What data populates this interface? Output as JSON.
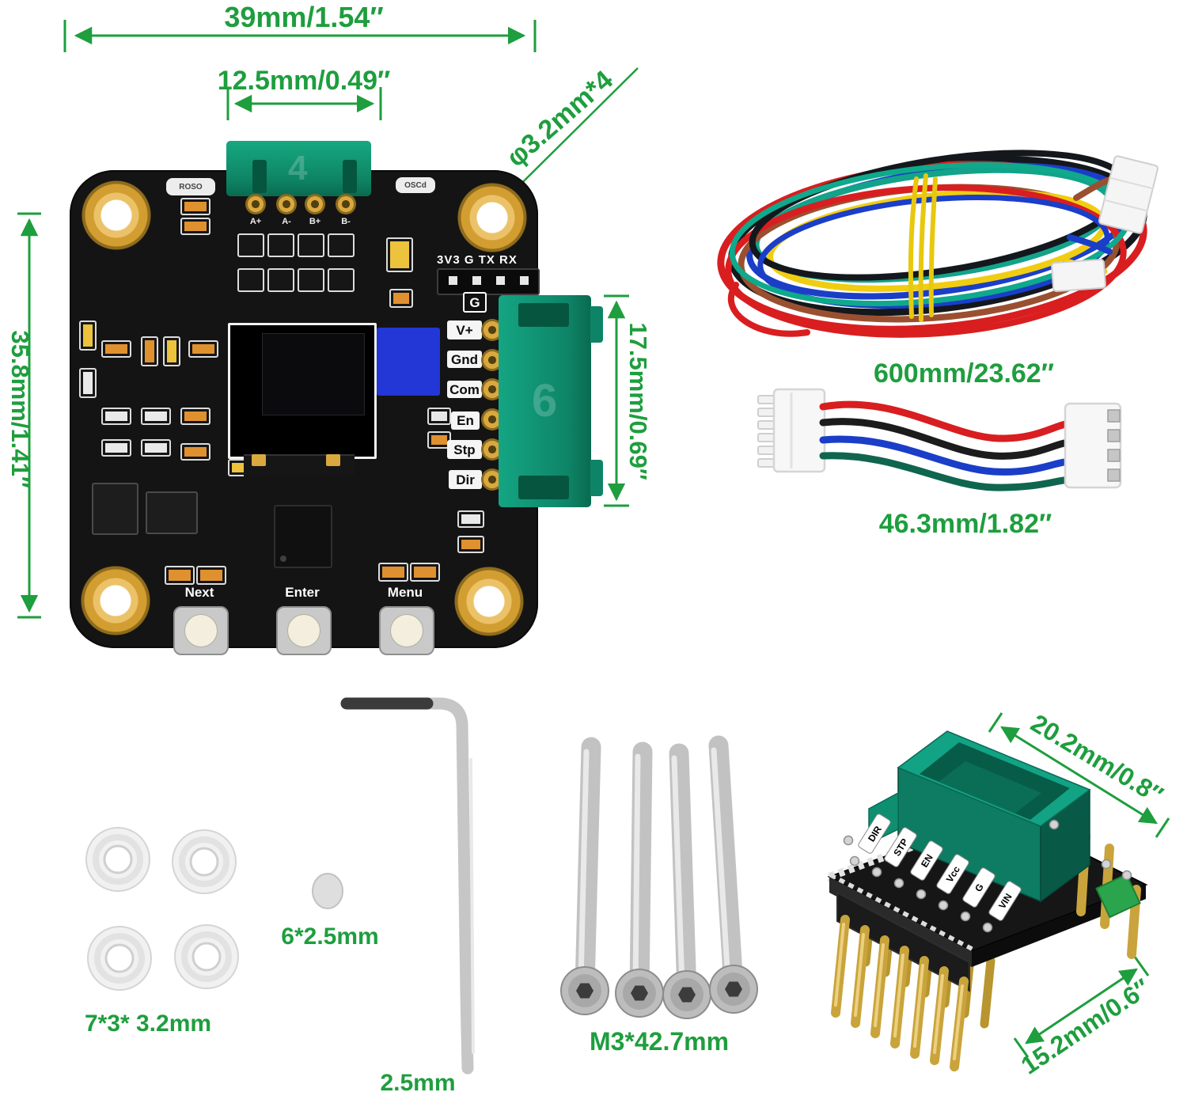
{
  "colors": {
    "annotation_green": "#1e9e3e",
    "pcb_black": "#141414",
    "connector_green": "#12a385",
    "gold": "#d9a83f",
    "trimmer_blue": "#2336d6",
    "wire_colors": [
      "#d91e20",
      "#14171c",
      "#1b3ec8",
      "#0fa98c",
      "#f0cd12",
      "#9a5030"
    ]
  },
  "annotations": {
    "board_width": "39mm/1.54″",
    "top_connector_width": "12.5mm/0.49″",
    "hole_diameter": "φ3.2mm*4",
    "board_height": "35.8mm/1.41″",
    "side_connector_height": "17.5mm/0.69″",
    "long_cable_length": "600mm/23.62″",
    "short_cable_length": "46.3mm/1.82″",
    "washers_size": "7*3* 3.2mm",
    "disc_size": "6*2.5mm",
    "hex_key_size": "2.5mm",
    "screws_size": "M3*42.7mm",
    "module_width": "20.2mm/0.8″",
    "module_depth": "15.2mm/0.6″"
  },
  "pcb": {
    "serial_label": "3V3 G TX RX",
    "top_connector_marking": "4",
    "side_connector_marking": "6",
    "smd_labels": [
      "ROSO",
      "OSCd"
    ],
    "motor_pin_labels": [
      "A+",
      "A-",
      "B+",
      "B-"
    ],
    "signal_pin_labels": [
      "G",
      "V+",
      "Gnd",
      "Com",
      "En",
      "Stp",
      "Dir"
    ],
    "button_labels": [
      "Next",
      "Enter",
      "Menu"
    ]
  },
  "module": {
    "pin_labels": [
      "DIR",
      "STP",
      "EN",
      "Vcc",
      "G",
      "VIN"
    ]
  }
}
